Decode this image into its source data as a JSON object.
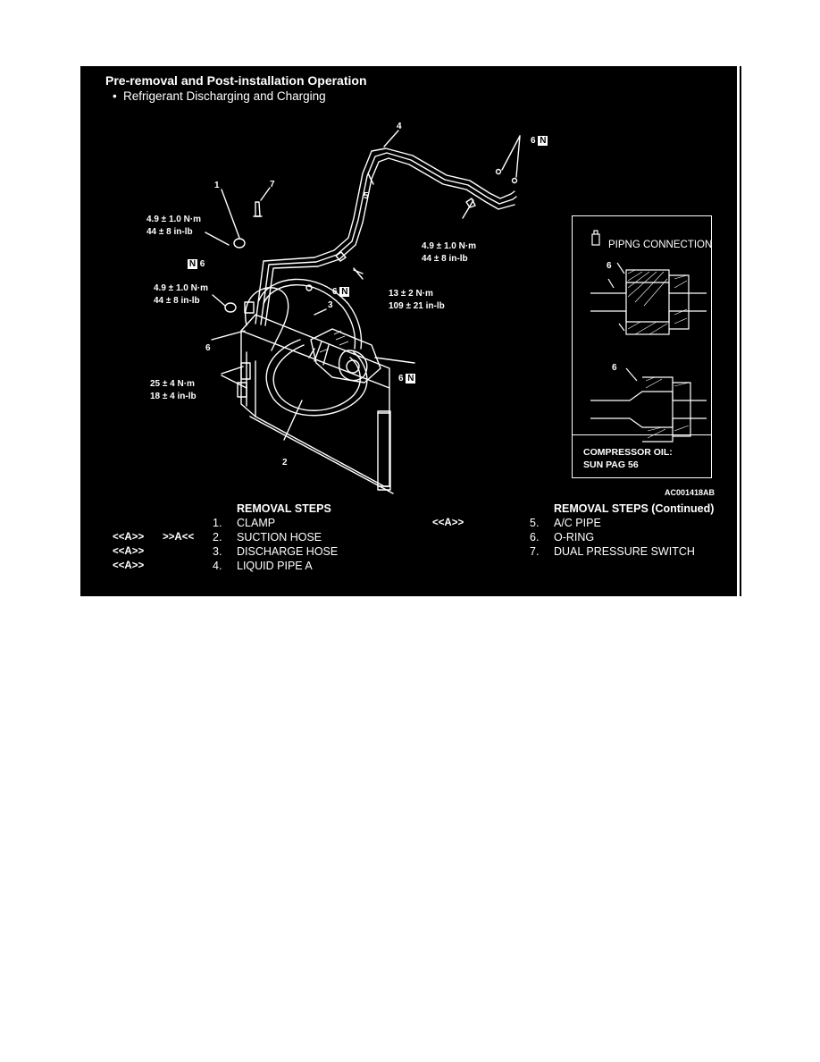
{
  "header": {
    "title": "Pre-removal and Post-installation Operation",
    "bullet": "•",
    "item": "Refrigerant Discharging and Charging"
  },
  "callouts": {
    "n1": "1",
    "n2": "2",
    "n3": "3",
    "n4": "4",
    "n5": "5",
    "n7": "7",
    "six": "6",
    "n_badge": "N"
  },
  "torques": {
    "t1a": "4.9 ± 1.0 N·m",
    "t1b": "44 ± 8 in-lb",
    "t2a": "4.9 ± 1.0 N·m",
    "t2b": "44 ± 8 in-lb",
    "t3a": "4.9 ± 1.0 N·m",
    "t3b": "44 ± 8 in-lb",
    "t4a": "13 ± 2 N·m",
    "t4b": "109 ± 21 in-lb",
    "t5a": "25 ± 4 N·m",
    "t5b": "18 ± 4 in-lb"
  },
  "inset": {
    "title": "PIPNG CONNECTION",
    "callout": "6",
    "oil_line1": "COMPRESSOR OIL:",
    "oil_line2": "SUN PAG 56"
  },
  "figure_code": "AC001418AB",
  "removal_steps": {
    "heading": "REMOVAL STEPS",
    "heading_cont": "REMOVAL STEPS (Continued)",
    "left": [
      {
        "mark1": "",
        "mark2": "",
        "num": "1.",
        "label": "CLAMP"
      },
      {
        "mark1": "<<A>>",
        "mark2": ">>A<<",
        "num": "2.",
        "label": "SUCTION HOSE"
      },
      {
        "mark1": "<<A>>",
        "mark2": "",
        "num": "3.",
        "label": "DISCHARGE HOSE"
      },
      {
        "mark1": "<<A>>",
        "mark2": "",
        "num": "4.",
        "label": "LIQUID PIPE A"
      }
    ],
    "right": [
      {
        "mark": "<<A>>",
        "num": "5.",
        "label": "A/C PIPE"
      },
      {
        "mark": "",
        "num": "6.",
        "label": "O-RING"
      },
      {
        "mark": "",
        "num": "7.",
        "label": "DUAL PRESSURE SWITCH"
      }
    ]
  }
}
